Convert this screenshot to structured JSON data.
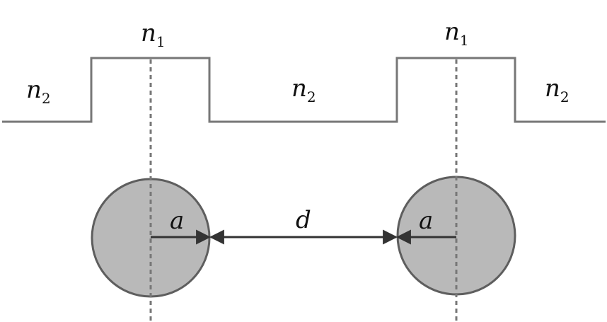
{
  "labels": {
    "n1_left": "n",
    "n1_left_sub": "1",
    "n1_right": "n",
    "n1_right_sub": "1",
    "n2_left": "n",
    "n2_left_sub": "2",
    "n2_mid": "n",
    "n2_mid_sub": "2",
    "n2_right": "n",
    "n2_right_sub": "2",
    "a_left": "a",
    "a_right": "a",
    "d": "d"
  },
  "colors": {
    "profile_line": "#777777",
    "core_fill": "#b9b9b9",
    "core_stroke": "#5e5e5e",
    "axis_dash": "#777777",
    "arrow": "#333333"
  }
}
